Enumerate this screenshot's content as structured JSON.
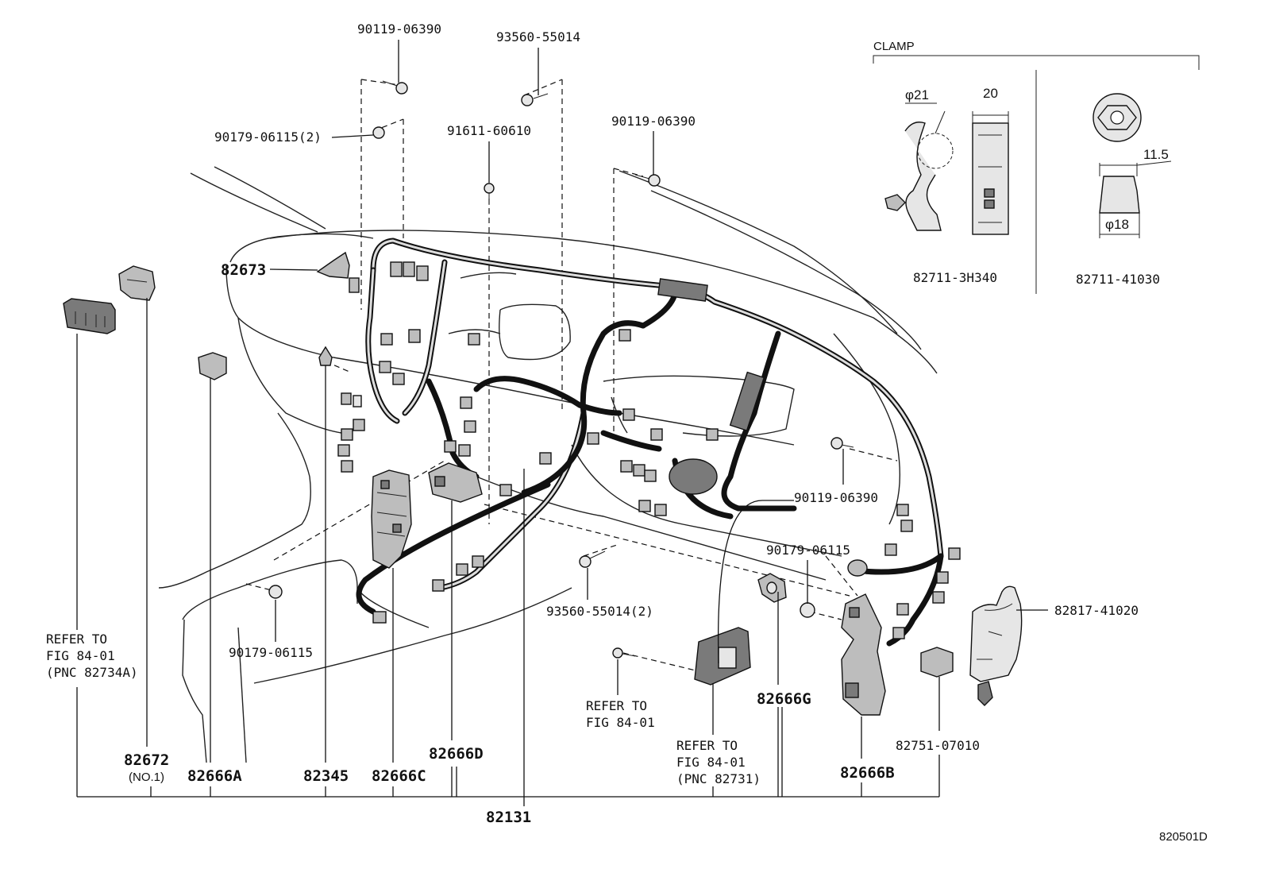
{
  "diagram_code": "820501D",
  "clamp_section": {
    "title": "CLAMP",
    "clamp1": {
      "part_no": "82711-3H340",
      "diameter": "φ21",
      "width": "20"
    },
    "clamp2": {
      "part_no": "82711-41030",
      "height": "11.5",
      "diameter": "φ18"
    }
  },
  "callouts": {
    "p90119_06390_top": "90119-06390",
    "p93560_55014_top": "93560-55014",
    "p90179_06115_2": "90179-06115(2)",
    "p91611_60610": "91611-60610",
    "p90119_06390_mid": "90119-06390",
    "p82673": "82673",
    "p90119_06390_right": "90119-06390",
    "p90179_06115_right": "90179-06115",
    "p93560_55014_2": "93560-55014(2)",
    "p90179_06115_bottom": "90179-06115",
    "p82817_41020": "82817-41020",
    "p82751_07010": "82751-07010",
    "p82666G": "82666G",
    "p82666B": "82666B",
    "p82666D": "82666D",
    "p82672": "82672",
    "p82672_sub": "(NO.1)",
    "p82666A": "82666A",
    "p82345": "82345",
    "p82666C": "82666C",
    "p82131": "82131"
  },
  "refer_notes": {
    "left": {
      "line1": "REFER TO",
      "line2": "FIG 84-01",
      "line3": "(PNC 82734A)"
    },
    "center": {
      "line1": "REFER TO",
      "line2": "FIG 84-01"
    },
    "right": {
      "line1": "REFER TO",
      "line2": "FIG 84-01",
      "line3": "(PNC 82731)"
    }
  }
}
